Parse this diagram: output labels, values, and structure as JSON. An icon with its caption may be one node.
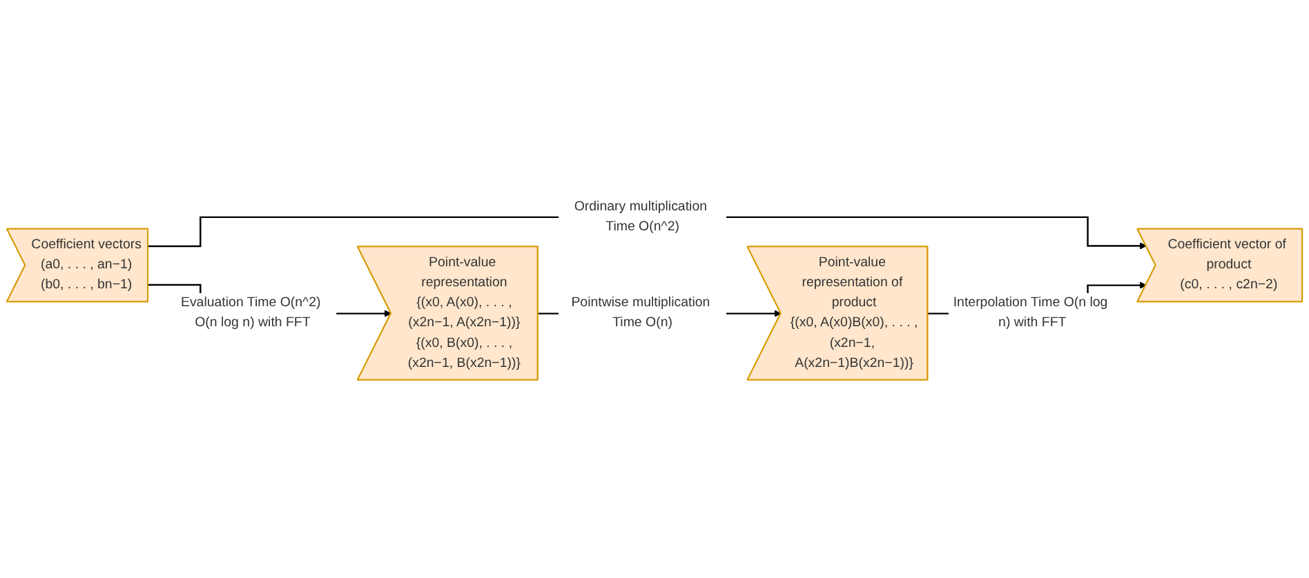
{
  "diagram": {
    "nodes": [
      {
        "text": [
          "Coefficient vectors",
          "(a0, . . . , an−1)",
          "(b0, . . . , bn−1)"
        ]
      },
      {
        "text": [
          "Point-value representation",
          "{(x0, A(x0), . . . ,(x2n−1, A(x2n−1))}",
          "{(x0, B(x0), . . . ,(x2n−1, B(x2n−1))}"
        ]
      },
      {
        "text": [
          "Coefficient vector of product",
          "(c0, . . . , c2n−2)"
        ]
      },
      {
        "text": [
          "Point-value representation of product",
          "{(x0, A(x0)B(x0), . . . ,(x2n−1, A(x2n−1)B(x2n−1))}"
        ]
      }
    ],
    "edges": [
      {
        "from": 0,
        "to": 1,
        "arrow": "to",
        "label": "Evaluation Time O(n^2) O(n log n) with FFT"
      },
      {
        "from": 0,
        "to": 2,
        "arrow": "to",
        "label": "Ordinary multiplication Time O(n^2)"
      },
      {
        "from": 1,
        "to": 3,
        "arrow": "to",
        "label": "Pointwise multiplication Time O(n)"
      },
      {
        "from": 3,
        "to": 2,
        "arrow": "to",
        "label": "Interpolation Time O(n log n) with FFT"
      }
    ]
  }
}
